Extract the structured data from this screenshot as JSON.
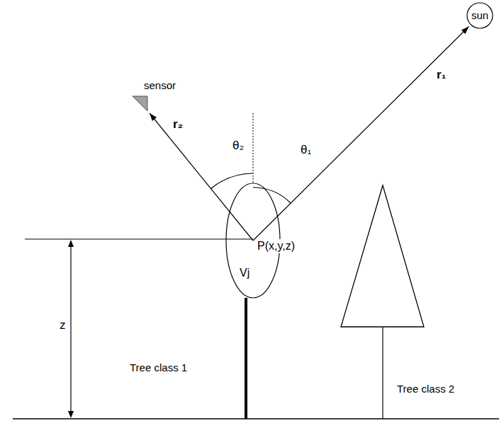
{
  "diagram": {
    "nodes": [
      {
        "text": [
          "sun"
        ]
      },
      {
        "text": [
          "sensor"
        ]
      },
      {
        "text": [
          "Vj"
        ]
      }
    ],
    "edges": [
      {
        "from": 2,
        "to": 0,
        "arrow": "to",
        "label": "r₁"
      },
      {
        "from": 2,
        "to": 1,
        "arrow": "to",
        "label": "r₂"
      }
    ],
    "labels": [
      "θ₂",
      "θ₁",
      "P(x,y,z)",
      "z",
      "Tree class 1",
      "Tree class 2"
    ]
  }
}
